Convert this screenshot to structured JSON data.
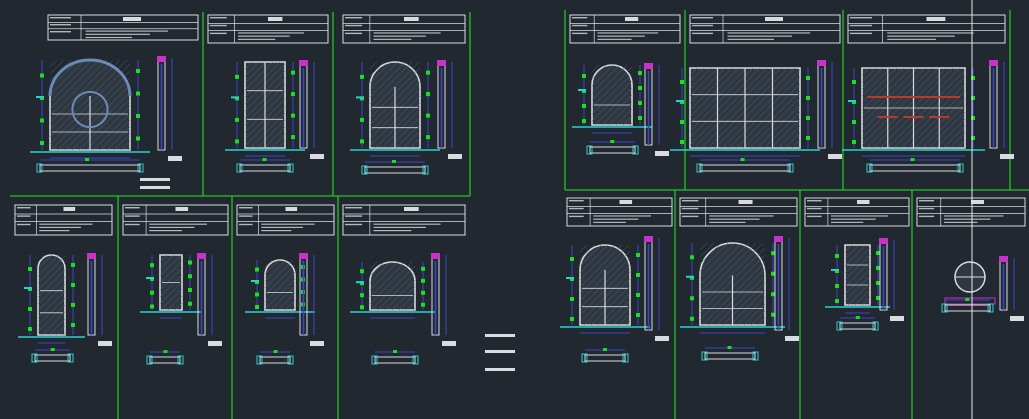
{
  "colors": {
    "background": "#212830",
    "frame_line": "#22c322",
    "linework": "#d8dce0",
    "dimension": "#3b46c8",
    "dim_marker": "#19e019",
    "glass_fill": "#2f3742",
    "section_accent": "#c832c8",
    "crosshair": "#e8e8e8",
    "detail_red": "#b43c28",
    "cyan_tag": "#28d2d2"
  },
  "panels": [
    {
      "id": "A",
      "style": "arched-double-door-ornamental"
    },
    {
      "id": "B",
      "style": "rect-double-door"
    },
    {
      "id": "C",
      "style": "arched-double-door"
    },
    {
      "id": "D",
      "style": "arched-single-door"
    },
    {
      "id": "E",
      "style": "rect-window"
    },
    {
      "id": "F",
      "style": "arched-window"
    },
    {
      "id": "G",
      "style": "wide-arched-window"
    },
    {
      "id": "H",
      "style": "arched-window"
    },
    {
      "id": "I",
      "style": "four-panel-door"
    },
    {
      "id": "J",
      "style": "four-panel-window-red-bars"
    },
    {
      "id": "K",
      "style": "arched-double-door"
    },
    {
      "id": "L",
      "style": "arched-double-door"
    },
    {
      "id": "M",
      "style": "rect-door"
    },
    {
      "id": "N",
      "style": "round-window"
    }
  ]
}
